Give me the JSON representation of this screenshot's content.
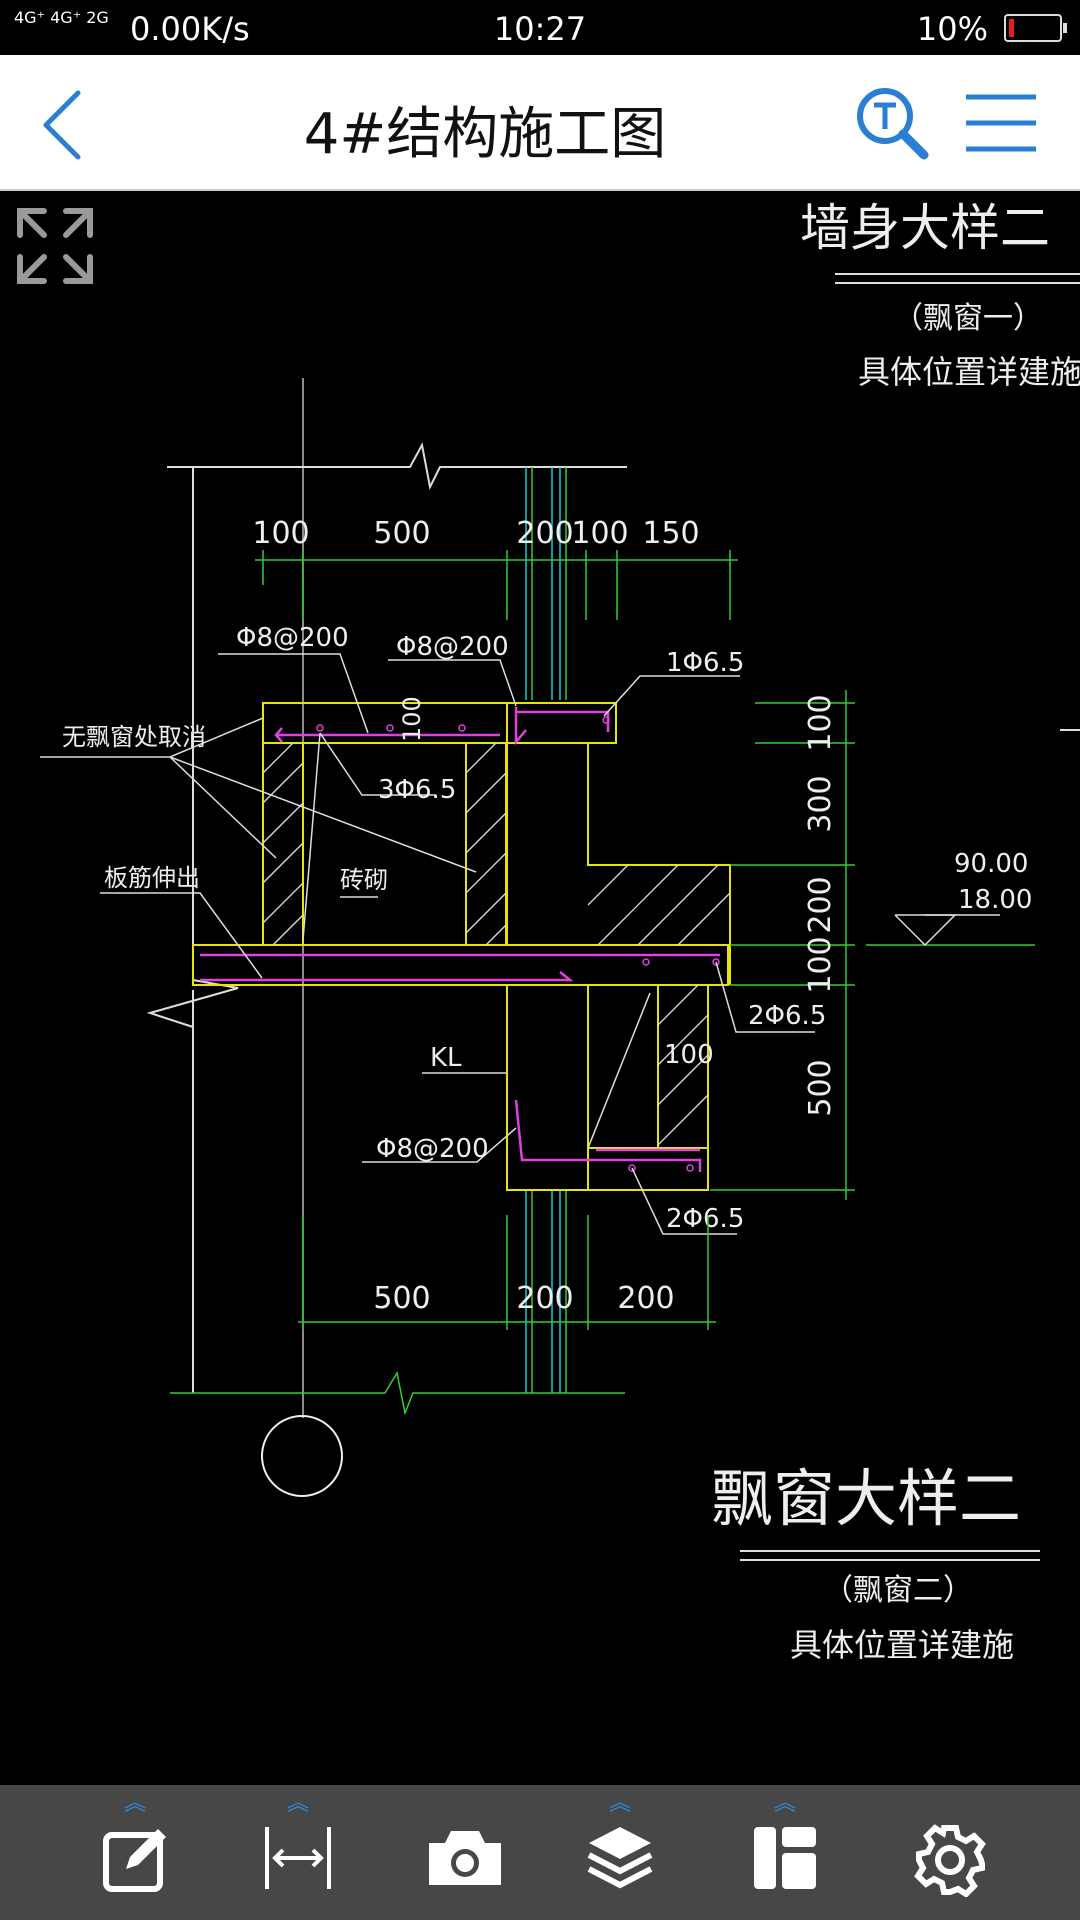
{
  "status_bar": {
    "network": "4G⁺ 4G⁺ 2G",
    "speed": "0.00K/s",
    "time": "10:27",
    "battery": "10%",
    "battery_level": 0.1
  },
  "header": {
    "title": "4#结构施工图",
    "accent": "#2a7fd4"
  },
  "drawing": {
    "title_top": "墙身大样二",
    "sub_top_1": "（飘窗一）",
    "sub_top_2": "具体位置详建施",
    "dims_top": [
      "100",
      "500",
      "200",
      "100",
      "150"
    ],
    "dims_bottom": [
      "500",
      "200",
      "200"
    ],
    "dims_right": [
      "100",
      "300",
      "200",
      "100",
      "500"
    ],
    "label_phi8_1": "Φ8@200",
    "label_phi8_2": "Φ8@200",
    "label_phi8_3": "Φ8@200",
    "label_1phi": "1Φ6.5",
    "label_3phi": "3Φ6.5",
    "label_2phi_1": "2Φ6.5",
    "label_2phi_2": "2Φ6.5",
    "label_no_bay": "无飘窗处取消",
    "label_slab": "板筋伸出",
    "label_brick": "砖砌",
    "label_kl": "KL",
    "label_100_inner": "100",
    "label_100_slab": "100",
    "label_100_inner2": "100",
    "elev_1": "90.00",
    "elev_2": "18.00",
    "title_bottom": "飘窗大样二",
    "sub_bottom_1": "（飘窗二）",
    "sub_bottom_2": "具体位置详建施"
  },
  "toolbar": [
    "edit-icon",
    "measure-icon",
    "camera-icon",
    "layers-icon",
    "layout-icon",
    "gear-icon"
  ]
}
